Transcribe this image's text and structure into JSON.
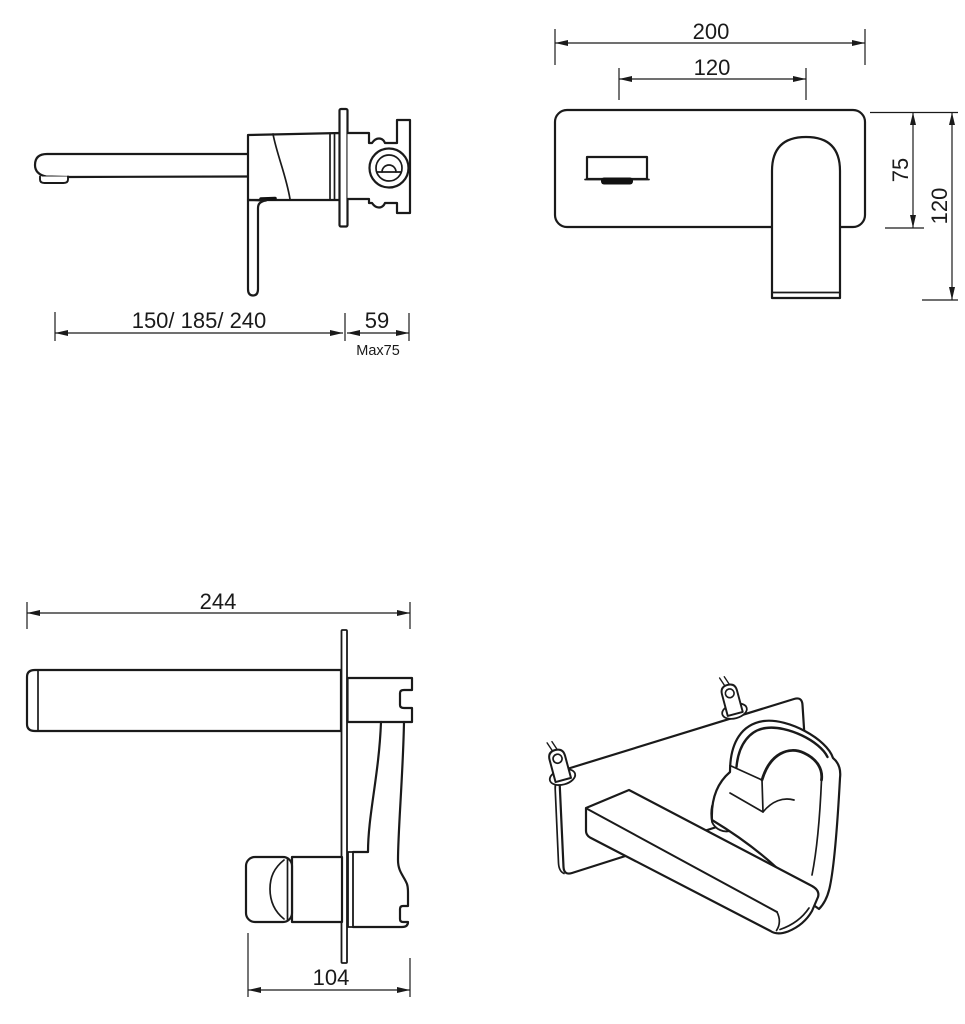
{
  "colors": {
    "ink": "#1a1a1a",
    "background": "#ffffff",
    "solid_fill": "#111111"
  },
  "views": {
    "side": {
      "dim_spout_lengths": "150/ 185/ 240",
      "dim_wall_depth": "59",
      "dim_wall_depth_note": "Max75"
    },
    "front": {
      "dim_plate_width": "200",
      "dim_spout_to_handle": "120",
      "dim_plate_height": "75",
      "dim_total_height": "120"
    },
    "plan": {
      "dim_total_length": "244",
      "dim_body_length": "104"
    }
  }
}
